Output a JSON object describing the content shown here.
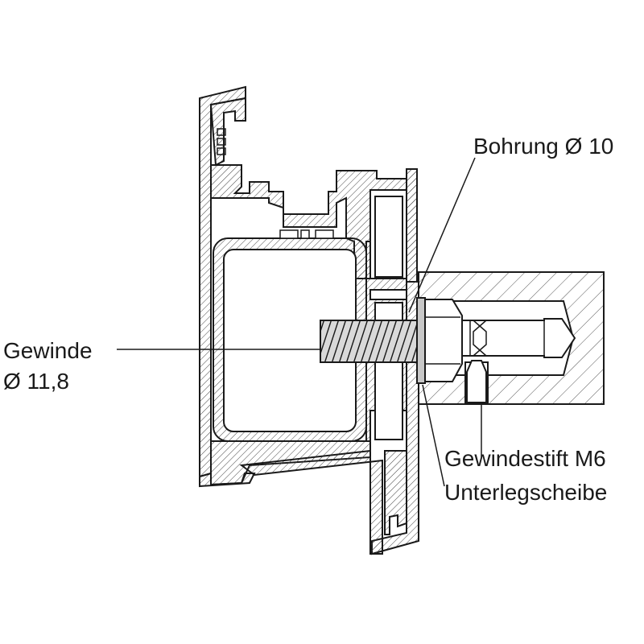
{
  "labels": {
    "bohrung": "Bohrung Ø 10",
    "gewinde_line1": "Gewinde",
    "gewinde_line2": "Ø 11,8",
    "gewindestift": "Gewindestift M6",
    "unterlegscheibe": "Unterlegscheibe"
  },
  "colors": {
    "line": "#1a1a1a",
    "hatch": "#444444",
    "washer": "#c8c8c8",
    "background": "#ffffff"
  }
}
